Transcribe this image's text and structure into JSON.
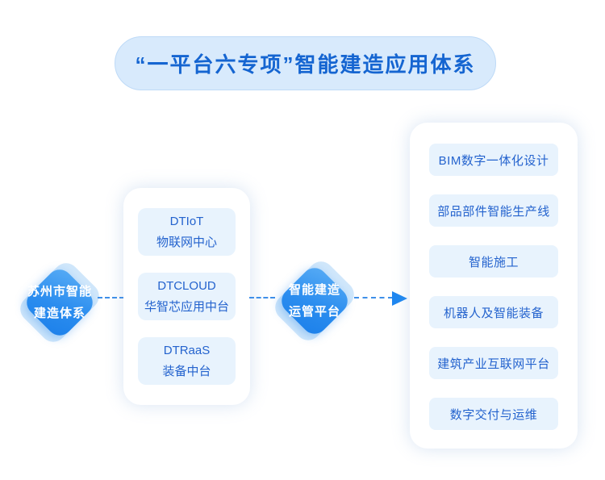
{
  "title": "“一平台六专项”智能建造应用体系",
  "left_node": {
    "line1": "苏州市智能",
    "line2": "建造体系"
  },
  "middle_node": {
    "line1": "智能建造",
    "line2": "运管平台"
  },
  "platform_group": {
    "items": [
      {
        "line1": "DTIoT",
        "line2": "物联网中心"
      },
      {
        "line1": "DTCLOUD",
        "line2": "华智芯应用中台"
      },
      {
        "line1": "DTRaaS",
        "line2": "装备中台"
      }
    ]
  },
  "specials_group": {
    "items": [
      "BIM数字一体化设计",
      "部品部件智能生产线",
      "智能施工",
      "机器人及智能装备",
      "建筑产业互联网平台",
      "数字交付与运维"
    ]
  },
  "colors": {
    "accent_blue": "#1e83ec",
    "title_pill_bg": "#d8eafc",
    "title_text": "#1565d1",
    "card_bg": "#e8f3fd",
    "card_text": "#2463ce",
    "dash_line": "#3e8fe9"
  }
}
